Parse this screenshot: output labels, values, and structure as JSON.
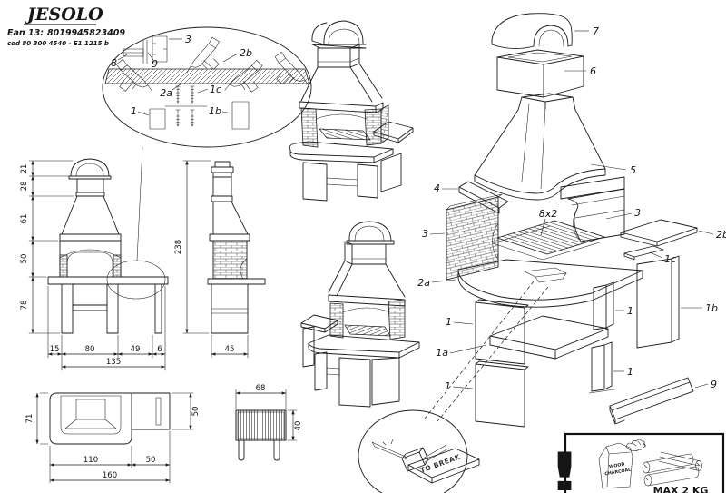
{
  "header": {
    "title": "JESOLO",
    "ean_label": "Ean 13:",
    "ean_value": "8019945823409",
    "cod_line": "cod 80 300 4540 - E1 1215 b"
  },
  "detail_inset": {
    "part_3": "3",
    "part_2b": "2b",
    "part_8": "8",
    "part_9": "9",
    "part_2a": "2a",
    "part_1c": "1c",
    "part_1": "1",
    "part_1b": "1b"
  },
  "front_view": {
    "height_cap": "21",
    "height_chimney": "28",
    "height_hood": "61",
    "height_firebox": "50",
    "height_legs": "78",
    "width_overhang": "15",
    "width_firebox": "80",
    "width_shelf": "49",
    "width_edge": "6",
    "width_total": "135"
  },
  "side_view": {
    "height_total": "238",
    "depth": "45"
  },
  "plan_view": {
    "depth_main": "71",
    "depth_shelf": "50",
    "width_main": "110",
    "width_shelf": "50",
    "width_total": "160"
  },
  "grate_detail": {
    "width": "68",
    "depth": "40"
  },
  "exploded_view": {
    "part_7": "7",
    "part_6": "6",
    "part_5": "5",
    "part_4": "4",
    "part_3_left": "3",
    "part_3_right": "3",
    "part_8x2": "8x2",
    "part_2a": "2a",
    "part_2b": "2b",
    "part_1c": "1c",
    "part_1b": "1b",
    "part_1_upper_left": "1",
    "part_1_upper_right": "1",
    "part_1a": "1a",
    "part_1_lower_left": "1",
    "part_1_lower_right": "1",
    "part_9": "9"
  },
  "break_inset": {
    "label": "TO BREAK"
  },
  "warning_box": {
    "exclamation": "!",
    "bag_line1": "WOOD",
    "bag_line2": "CHARCOAL",
    "max_load": "MAX 2 KG"
  },
  "colors": {
    "ink": "#1d1d1d",
    "background": "#ffffff"
  }
}
